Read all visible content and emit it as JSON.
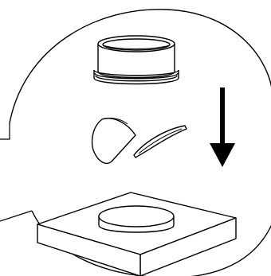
{
  "diagram": {
    "figure_type": "assembly-illustration",
    "colors": {
      "stroke": "#000000",
      "fill": "#ffffff",
      "background": "#ffffff"
    },
    "components": [
      {
        "name": "ring-cap",
        "icon": "cylinder-ring-icon"
      },
      {
        "name": "cone-pieces",
        "icon": "cone-pieces-icon"
      },
      {
        "name": "direction-arrow",
        "icon": "arrow-down-icon",
        "direction": "down"
      },
      {
        "name": "base-with-disc",
        "icon": "base-disc-icon"
      }
    ]
  }
}
